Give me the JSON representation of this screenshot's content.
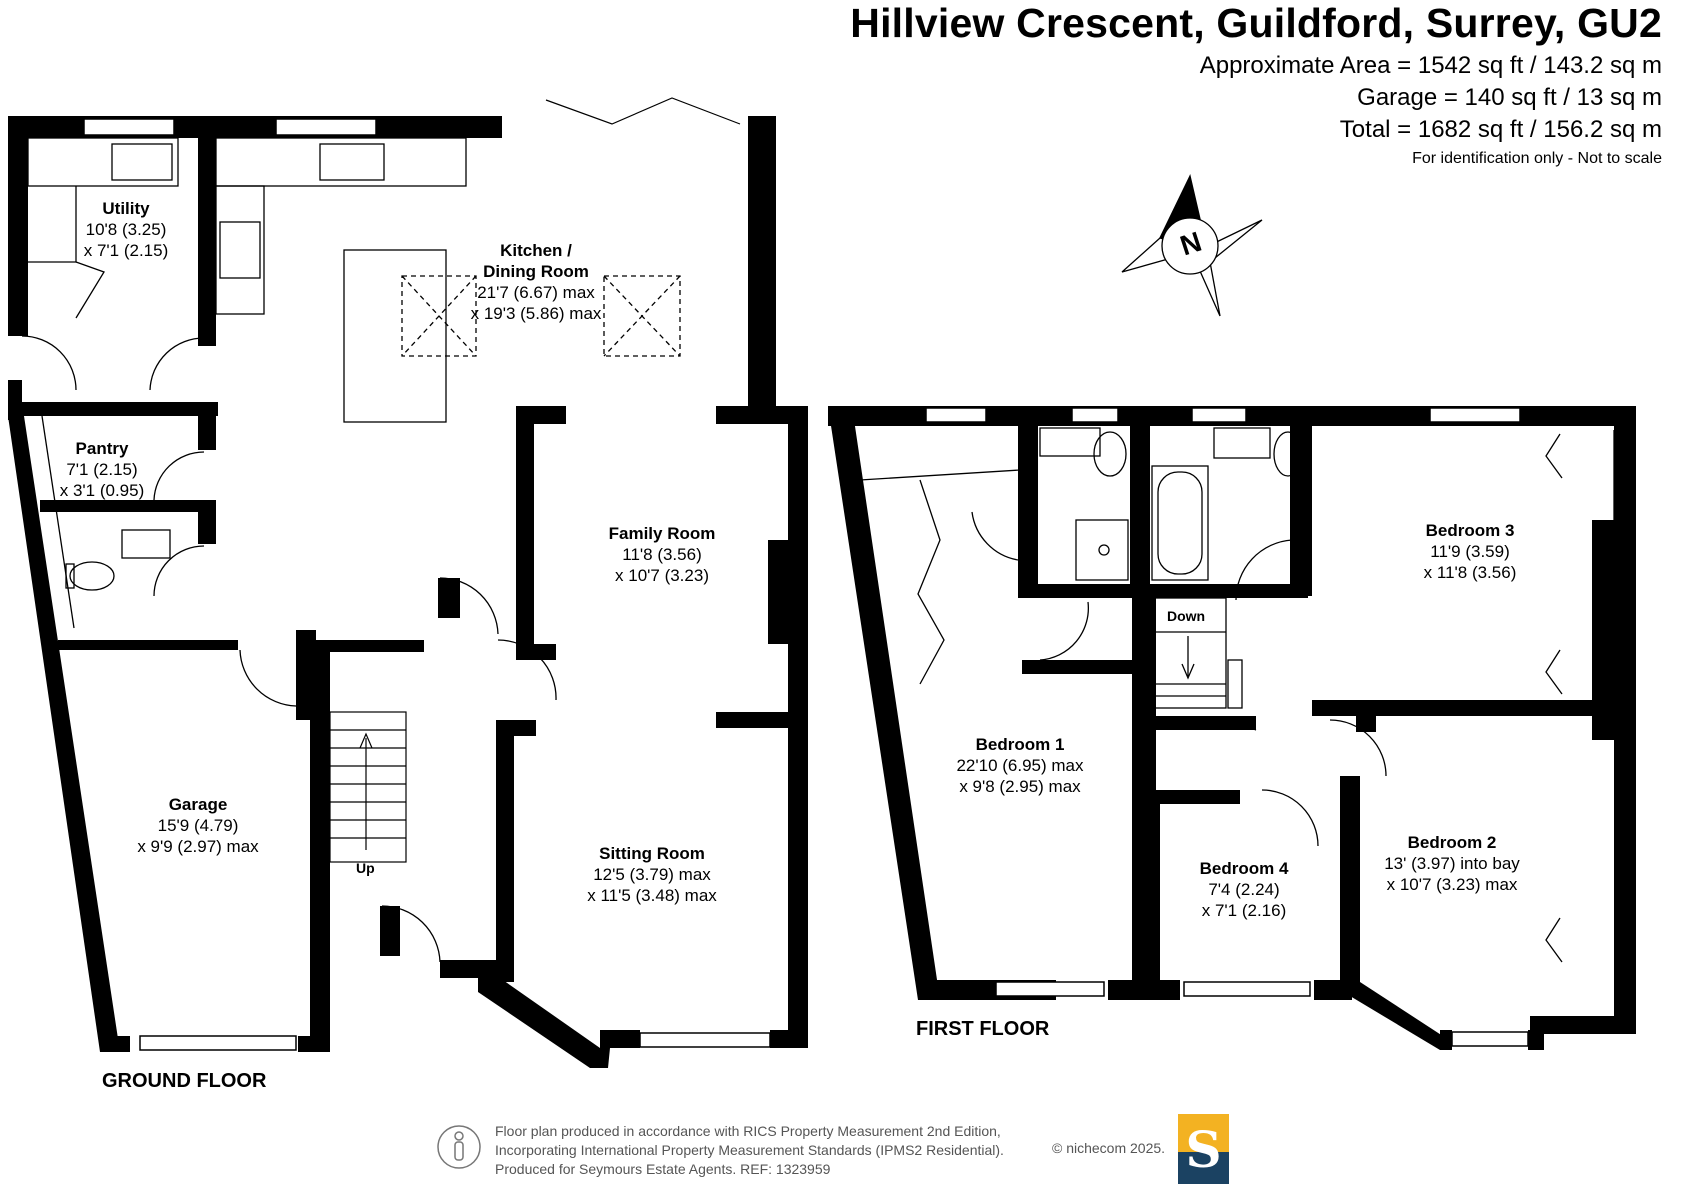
{
  "header": {
    "address": "Hillview Crescent, Guildford, Surrey, GU2",
    "area_lines": [
      "Approximate Area = 1542 sq ft / 143.2 sq m",
      "Garage = 140 sq ft / 13 sq m",
      "Total = 1682 sq ft / 156.2 sq m"
    ],
    "disclaimer": "For identification only - Not to scale"
  },
  "compass": {
    "label": "N"
  },
  "floors": {
    "ground": "GROUND FLOOR",
    "first": "FIRST FLOOR"
  },
  "stairs": {
    "up": "Up",
    "down": "Down"
  },
  "rooms": [
    {
      "name": "Utility",
      "dims": [
        "10'8 (3.25)",
        "x 7'1 (2.15)"
      ]
    },
    {
      "name": "Kitchen /",
      "name2": "Dining Room",
      "dims": [
        "21'7 (6.67) max",
        "x 19'3 (5.86) max"
      ]
    },
    {
      "name": "Pantry",
      "dims": [
        "7'1 (2.15)",
        "x 3'1 (0.95)"
      ]
    },
    {
      "name": "Family Room",
      "dims": [
        "11'8 (3.56)",
        "x 10'7 (3.23)"
      ]
    },
    {
      "name": "Garage",
      "dims": [
        "15'9 (4.79)",
        "x 9'9 (2.97) max"
      ]
    },
    {
      "name": "Sitting Room",
      "dims": [
        "12'5 (3.79) max",
        "x 11'5 (3.48) max"
      ]
    },
    {
      "name": "Bedroom 3",
      "dims": [
        "11'9 (3.59)",
        "x 11'8 (3.56)"
      ]
    },
    {
      "name": "Bedroom 1",
      "dims": [
        "22'10 (6.95) max",
        "x 9'8 (2.95) max"
      ]
    },
    {
      "name": "Bedroom 2",
      "dims": [
        "13' (3.97) into bay",
        "x 10'7 (3.23) max"
      ]
    },
    {
      "name": "Bedroom 4",
      "dims": [
        "7'4 (2.24)",
        "x 7'1 (2.16)"
      ]
    }
  ],
  "footer": {
    "lines": [
      "Floor plan produced in accordance with RICS Property Measurement 2nd Edition,",
      "Incorporating International Property Measurement Standards (IPMS2 Residential).",
      "Produced for Seymours Estate Agents.   REF: 1323959"
    ],
    "copyright": "© nichecom 2025.",
    "logo_letter": "S",
    "logo_colors": {
      "top": "#f3b222",
      "bottom": "#1b4262"
    }
  }
}
